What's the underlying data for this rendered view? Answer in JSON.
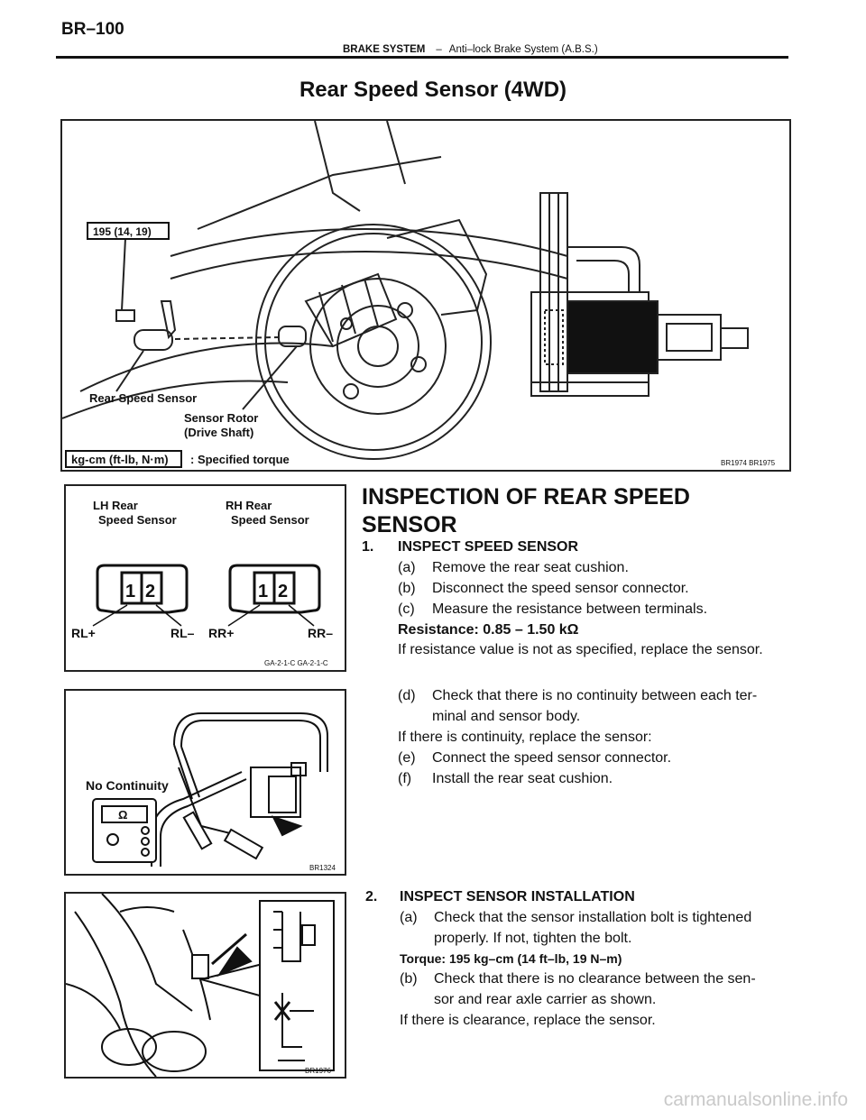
{
  "header": {
    "page_number": "BR–100",
    "section": "BRAKE SYSTEM",
    "separator": "–",
    "subsection": "Anti–lock Brake System (A.B.S.)"
  },
  "title": "Rear Speed Sensor (4WD)",
  "figure1": {
    "torque_box": "195 (14, 19)",
    "label_sensor": "Rear Speed Sensor",
    "label_rotor_1": "Sensor Rotor",
    "label_rotor_2": "(Drive Shaft)",
    "legend_box": "kg-cm (ft-lb, N·m)",
    "legend_text": ": Specified torque",
    "code": "BR1974 BR1975"
  },
  "figure2": {
    "lh_1": "LH Rear",
    "lh_2": "Speed Sensor",
    "rh_1": "RH Rear",
    "rh_2": "Speed Sensor",
    "pin1": "1",
    "pin2": "2",
    "rl_plus": "RL+",
    "rl_minus": "RL–",
    "rr_plus": "RR+",
    "rr_minus": "RR–",
    "code": "GA-2-1-C GA-2-1-C"
  },
  "figure3": {
    "label": "No Continuity",
    "meter_symbol": "Ω",
    "code": "BR1324"
  },
  "figure4": {
    "code": "BR1976"
  },
  "inspection": {
    "heading_1": "INSPECTION OF REAR SPEED",
    "heading_2": "SENSOR",
    "step1_num": "1.",
    "step1": "INSPECT SPEED SENSOR",
    "a_key": "(a)",
    "a": "Remove the rear seat cushion.",
    "b_key": "(b)",
    "b": "Disconnect the speed sensor connector.",
    "c_key": "(c)",
    "c": "Measure the resistance between terminals.",
    "resistance": "Resistance: 0.85 – 1.50 kΩ",
    "resistance_note": "If resistance value is not as specified, replace the sensor.",
    "d_key": "(d)",
    "d_1": "Check that there is no continuity between each ter-",
    "d_2": "minal and sensor body.",
    "continuity_note": "If there is continuity, replace the sensor:",
    "e_key": "(e)",
    "e": "Connect the speed sensor connector.",
    "f_key": "(f)",
    "f": "Install the rear seat cushion.",
    "step2_num": "2.",
    "step2": "INSPECT SENSOR INSTALLATION",
    "s2a_key": "(a)",
    "s2a_1": "Check that the sensor installation bolt is tightened",
    "s2a_2": "properly. If not, tighten the bolt.",
    "torque": "Torque: 195 kg–cm (14 ft–lb, 19 N–m)",
    "s2b_key": "(b)",
    "s2b_1": "Check that there is no clearance between the sen-",
    "s2b_2": "sor and rear axle carrier as shown.",
    "clearance_note": "If there is clearance, replace the sensor."
  },
  "watermark": "carmanualsonline.info"
}
